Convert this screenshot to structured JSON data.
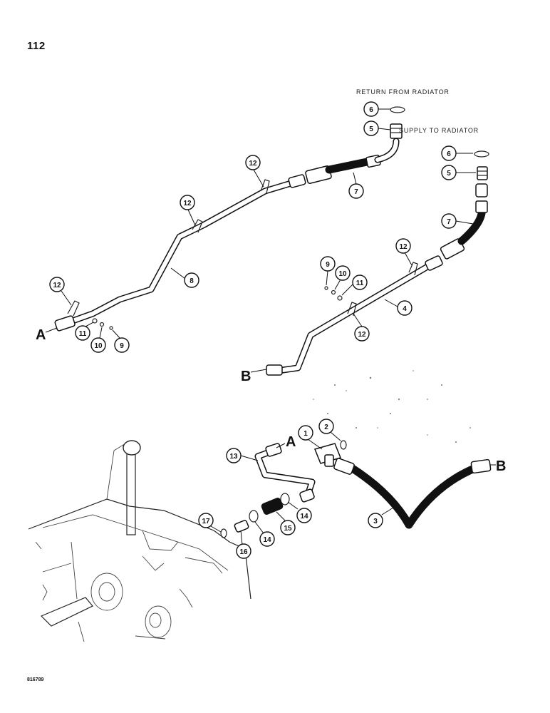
{
  "page_number": "112",
  "reference_number": "816789",
  "labels": {
    "return_from_radiator": "RETURN FROM RADIATOR",
    "supply_to_radiator": "SUPPLY TO RADIATOR",
    "connection_a": "A",
    "connection_b": "B"
  },
  "callouts": [
    {
      "id": "c6a",
      "number": "6"
    },
    {
      "id": "c5a",
      "number": "5"
    },
    {
      "id": "c7a",
      "number": "7"
    },
    {
      "id": "c12a",
      "number": "12"
    },
    {
      "id": "c12b",
      "number": "12"
    },
    {
      "id": "c12c",
      "number": "12"
    },
    {
      "id": "c8",
      "number": "8"
    },
    {
      "id": "c11a",
      "number": "11"
    },
    {
      "id": "c10a",
      "number": "10"
    },
    {
      "id": "c9a",
      "number": "9"
    },
    {
      "id": "c6b",
      "number": "6"
    },
    {
      "id": "c5b",
      "number": "5"
    },
    {
      "id": "c7b",
      "number": "7"
    },
    {
      "id": "c12d",
      "number": "12"
    },
    {
      "id": "c9b",
      "number": "9"
    },
    {
      "id": "c10b",
      "number": "10"
    },
    {
      "id": "c11b",
      "number": "11"
    },
    {
      "id": "c4",
      "number": "4"
    },
    {
      "id": "c12e",
      "number": "12"
    },
    {
      "id": "c1",
      "number": "1"
    },
    {
      "id": "c2",
      "number": "2"
    },
    {
      "id": "c13",
      "number": "13"
    },
    {
      "id": "c3",
      "number": "3"
    },
    {
      "id": "c14a",
      "number": "14"
    },
    {
      "id": "c15",
      "number": "15"
    },
    {
      "id": "c14b",
      "number": "14"
    },
    {
      "id": "c17",
      "number": "17"
    },
    {
      "id": "c16",
      "number": "16"
    }
  ]
}
